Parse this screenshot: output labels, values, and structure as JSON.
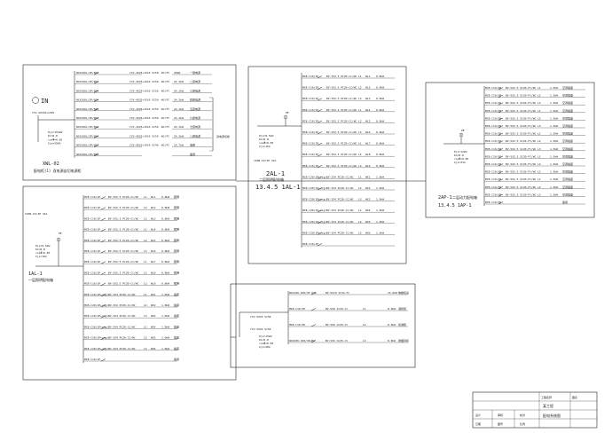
{
  "panel_left_top": {
    "title": "XWL-02",
    "subtitle": "配电柜(1) 双电源自切电源柜",
    "in_label": "IN",
    "feed_label": "YJV-4X150+1X95",
    "rows": [
      {
        "breaker": "NSX160L/3P/80A",
        "cable": "YJV-4X25+1X16 SC50 -WC/FC",
        "kw": "20kW",
        "load": "一层电源"
      },
      {
        "breaker": "NSX160L/3P/80A",
        "cable": "YJV-4X25+1X16 SC50 -WC/FC",
        "kw": "24.3kW",
        "load": "二层电源"
      },
      {
        "breaker": "NSX160L/3P/80A",
        "cable": "YJV-4X25+1X16 SC50 -WC/FC",
        "kw": "24.3kW",
        "load": "三层电源"
      },
      {
        "breaker": "NSX160L/3P/80A",
        "cable": "YJV-4X25+1X16 SC50 -WC/FC",
        "kw": "24.3kW",
        "load": "四层电源"
      },
      {
        "breaker": "NSX160L/3P/80A",
        "cable": "YJV-4X25+1X16 SC50 -WC/FC",
        "kw": "24.3kW",
        "load": "五层电源"
      },
      {
        "breaker": "NSX160L/3P/80A",
        "cable": "YJV-4X25+1X16 SC50 -WC/FC",
        "kw": "24.3kW",
        "load": "六层电源"
      },
      {
        "breaker": "NSX160L/3P/80A",
        "cable": "YJV-4X25+1X16 SC50 -WC/FC",
        "kw": "24.3kW",
        "load": "七层电源"
      },
      {
        "breaker": "NSX160L/3P/80A",
        "cable": "YJV-4X25+1X16 SC50 -WC/FC",
        "kw": "24.3kW",
        "load": "八层电源"
      },
      {
        "breaker": "NSX160L/3P/80A",
        "cable": "YJV-4X16+1X10 SC40 -WC/FC",
        "kw": "14.7kW",
        "load": "电梯"
      },
      {
        "breaker": "NSX160L/3P/80A",
        "cable": "",
        "kw": "",
        "load": "备用"
      }
    ],
    "bracket_label": "双电源切换",
    "params": [
      "Pjs=155kW",
      "Kx=0.8",
      "cosΦ=0.85",
      "Ijs=296A"
    ]
  },
  "panel_left_bottom": {
    "title": "1AL-1",
    "subtitle": "一层照明配电箱",
    "pe": "PE",
    "params": [
      "Pjs=8.5kW",
      "Kx=0.8",
      "cosΦ=0.85",
      "Ijs=16A"
    ],
    "main_breaker": "C65N-63/3P 32A",
    "rows": [
      {
        "breaker": "MCB-C16/1P",
        "cable": "BV-3X2.5 PC20-CC/WC",
        "phase": "L1",
        "circuit": "WL1",
        "kw": "0.8kW",
        "load": "照明"
      },
      {
        "breaker": "MCB-C16/1P",
        "cable": "BV-3X2.5 PC20-CC/WC",
        "phase": "L2",
        "circuit": "WL2",
        "kw": "0.8kW",
        "load": "照明"
      },
      {
        "breaker": "MCB-C16/1P",
        "cable": "BV-3X2.5 PC20-CC/WC",
        "phase": "L3",
        "circuit": "WL3",
        "kw": "0.8kW",
        "load": "照明"
      },
      {
        "breaker": "MCB-C16/1P",
        "cable": "BV-3X2.5 PC20-CC/WC",
        "phase": "L1",
        "circuit": "WL4",
        "kw": "0.8kW",
        "load": "照明"
      },
      {
        "breaker": "MCB-C16/1P",
        "cable": "BV-3X2.5 PC20-CC/WC",
        "phase": "L2",
        "circuit": "WL5",
        "kw": "0.8kW",
        "load": "照明"
      },
      {
        "breaker": "MCB-C16/1P",
        "cable": "BV-3X2.5 PC20-CC/WC",
        "phase": "L3",
        "circuit": "WL6",
        "kw": "0.8kW",
        "load": "照明"
      },
      {
        "breaker": "MCB-C16/1P",
        "cable": "BV-3X2.5 PC20-CC/WC",
        "phase": "L1",
        "circuit": "WL7",
        "kw": "0.8kW",
        "load": "照明"
      },
      {
        "breaker": "MCB-C16/1P",
        "cable": "BV-3X2.5 PC20-CC/WC",
        "phase": "L2",
        "circuit": "WL8",
        "kw": "0.8kW",
        "load": "照明"
      },
      {
        "breaker": "MCB-C16/1P",
        "cable": "BV-3X2.5 PC20-CC/WC",
        "phase": "L3",
        "circuit": "WL9",
        "kw": "0.8kW",
        "load": "照明"
      },
      {
        "breaker": "MCB-C20/1P+vigi",
        "cable": "BV-3X4 PC20-CC/WC",
        "phase": "L1",
        "circuit": "WX1",
        "kw": "1.0kW",
        "load": "插座"
      },
      {
        "breaker": "MCB-C20/1P+vigi",
        "cable": "BV-3X4 PC20-CC/WC",
        "phase": "L2",
        "circuit": "WX2",
        "kw": "1.0kW",
        "load": "插座"
      },
      {
        "breaker": "MCB-C20/1P+vigi",
        "cable": "BV-3X4 PC20-CC/WC",
        "phase": "L3",
        "circuit": "WX3",
        "kw": "1.0kW",
        "load": "插座"
      },
      {
        "breaker": "MCB-C20/1P+vigi",
        "cable": "BV-3X4 PC20-CC/WC",
        "phase": "L1",
        "circuit": "WX4",
        "kw": "1.0kW",
        "load": "插座"
      },
      {
        "breaker": "MCB-C20/1P+vigi",
        "cable": "BV-3X4 PC20-CC/WC",
        "phase": "L2",
        "circuit": "WX5",
        "kw": "1.0kW",
        "load": "插座"
      },
      {
        "breaker": "MCB-C20/1P+vigi",
        "cable": "BV-3X4 PC20-CC/WC",
        "phase": "L3",
        "circuit": "WX6",
        "kw": "1.0kW",
        "load": "插座"
      },
      {
        "breaker": "MCB-C16/1P",
        "cable": "",
        "phase": "",
        "circuit": "",
        "kw": "",
        "load": "备用"
      }
    ]
  },
  "panel_center": {
    "title": "2AL-1",
    "subtitle": "二层照明配电箱",
    "ref": "13.4.5 1AL-1",
    "pe": "PE",
    "params": [
      "Pjs=8.5kW",
      "Kx=0.8",
      "cosΦ=0.85",
      "Ijs=16A"
    ],
    "main_breaker": "C65N-63/3P 32A",
    "rows": [
      {
        "breaker": "MCB-C16/1P",
        "cable": "BV-3X2.5 PC20-CC/WC",
        "phase": "L1",
        "circuit": "WL1",
        "kw": "0.8kW"
      },
      {
        "breaker": "MCB-C16/1P",
        "cable": "BV-3X2.5 PC20-CC/WC",
        "phase": "L2",
        "circuit": "WL2",
        "kw": "0.8kW"
      },
      {
        "breaker": "MCB-C16/1P",
        "cable": "BV-3X2.5 PC20-CC/WC",
        "phase": "L3",
        "circuit": "WL3",
        "kw": "0.8kW"
      },
      {
        "breaker": "MCB-C16/1P",
        "cable": "BV-3X2.5 PC20-CC/WC",
        "phase": "L1",
        "circuit": "WL4",
        "kw": "0.8kW"
      },
      {
        "breaker": "MCB-C16/1P",
        "cable": "BV-3X2.5 PC20-CC/WC",
        "phase": "L2",
        "circuit": "WL5",
        "kw": "0.8kW"
      },
      {
        "breaker": "MCB-C16/1P",
        "cable": "BV-3X2.5 PC20-CC/WC",
        "phase": "L3",
        "circuit": "WL6",
        "kw": "0.8kW"
      },
      {
        "breaker": "MCB-C16/1P",
        "cable": "BV-3X2.5 PC20-CC/WC",
        "phase": "L1",
        "circuit": "WL7",
        "kw": "0.8kW"
      },
      {
        "breaker": "MCB-C16/1P",
        "cable": "BV-3X2.5 PC20-CC/WC",
        "phase": "L2",
        "circuit": "WL8",
        "kw": "0.8kW"
      },
      {
        "breaker": "MCB-C16/1P",
        "cable": "BV-3X2.5 PC20-CC/WC",
        "phase": "L3",
        "circuit": "WL9",
        "kw": "0.8kW"
      },
      {
        "breaker": "MCB-C20/1P+vigi",
        "cable": "BV-3X4 PC20-CC/WC",
        "phase": "L1",
        "circuit": "WX1",
        "kw": "1.0kW"
      },
      {
        "breaker": "MCB-C20/1P+vigi",
        "cable": "BV-3X4 PC20-CC/WC",
        "phase": "L2",
        "circuit": "WX2",
        "kw": "1.0kW"
      },
      {
        "breaker": "MCB-C20/1P+vigi",
        "cable": "BV-3X4 PC20-CC/WC",
        "phase": "L3",
        "circuit": "WX3",
        "kw": "1.0kW"
      },
      {
        "breaker": "MCB-C20/1P+vigi",
        "cable": "BV-3X4 PC20-CC/WC",
        "phase": "L1",
        "circuit": "WX4",
        "kw": "1.0kW"
      },
      {
        "breaker": "MCB-C20/1P+vigi",
        "cable": "BV-3X4 PC20-CC/WC",
        "phase": "L2",
        "circuit": "WX5",
        "kw": "1.0kW"
      },
      {
        "breaker": "MCB-C20/1P+vigi",
        "cable": "BV-3X4 PC20-CC/WC",
        "phase": "L3",
        "circuit": "WX6",
        "kw": "1.0kW"
      },
      {
        "breaker": "MCB-C16/1P",
        "cable": "",
        "phase": "",
        "circuit": "",
        "kw": ""
      }
    ]
  },
  "panel_right": {
    "title": "2AP-1",
    "subtitle": "二层动力配电箱",
    "ref": "13.4.5 1AP-1",
    "pe": "PE",
    "params": [
      "Pjs=12kW",
      "Kx=0.8",
      "cosΦ=0.85",
      "Ijs=23A"
    ],
    "rows": [
      {
        "breaker": "MCB-C16/3P",
        "cable": "BV-5X2.5 SC20-FC/WC",
        "phase": "L1",
        "kw": "1.5kW",
        "load": "空调插座"
      },
      {
        "breaker": "MCB-C16/3P",
        "cable": "BV-5X2.5 SC20-FC/WC",
        "phase": "L2",
        "kw": "1.5kW",
        "load": "空调插座"
      },
      {
        "breaker": "MCB-C16/3P",
        "cable": "BV-5X2.5 SC20-FC/WC",
        "phase": "L3",
        "kw": "1.5kW",
        "load": "空调插座"
      },
      {
        "breaker": "MCB-C16/3P",
        "cable": "BV-5X2.5 SC20-FC/WC",
        "phase": "L1",
        "kw": "1.5kW",
        "load": "空调插座"
      },
      {
        "breaker": "MCB-C16/3P",
        "cable": "BV-5X2.5 SC20-FC/WC",
        "phase": "L2",
        "kw": "1.5kW",
        "load": "空调插座"
      },
      {
        "breaker": "MCB-C16/3P",
        "cable": "BV-5X2.5 SC20-FC/WC",
        "phase": "L3",
        "kw": "1.5kW",
        "load": "空调插座"
      },
      {
        "breaker": "MCB-C16/3P",
        "cable": "BV-5X2.5 SC20-FC/WC",
        "phase": "L1",
        "kw": "1.5kW",
        "load": "空调插座"
      },
      {
        "breaker": "MCB-C16/3P",
        "cable": "BV-5X2.5 SC20-FC/WC",
        "phase": "L2",
        "kw": "1.5kW",
        "load": "空调插座"
      },
      {
        "breaker": "MCB-C16/3P",
        "cable": "BV-5X2.5 SC20-FC/WC",
        "phase": "L3",
        "kw": "1.5kW",
        "load": "空调插座"
      },
      {
        "breaker": "MCB-C16/3P",
        "cable": "BV-5X2.5 SC20-FC/WC",
        "phase": "L1",
        "kw": "1.5kW",
        "load": "空调插座"
      },
      {
        "breaker": "MCB-C16/3P",
        "cable": "BV-5X2.5 SC20-FC/WC",
        "phase": "L2",
        "kw": "1.5kW",
        "load": "空调插座"
      },
      {
        "breaker": "MCB-C16/3P",
        "cable": "BV-5X2.5 SC20-FC/WC",
        "phase": "L3",
        "kw": "1.5kW",
        "load": "空调插座"
      },
      {
        "breaker": "MCB-C16/3P",
        "cable": "BV-5X2.5 SC20-FC/WC",
        "phase": "L1",
        "kw": "1.5kW",
        "load": "空调插座"
      },
      {
        "breaker": "MCB-C16/3P",
        "cable": "BV-5X2.5 SC20-FC/WC",
        "phase": "L2",
        "kw": "1.5kW",
        "load": "空调插座"
      },
      {
        "breaker": "MCB-C16/3P",
        "cable": "BV-5X2.5 SC20-FC/WC",
        "phase": "L3",
        "kw": "1.5kW",
        "load": "空调插座"
      },
      {
        "breaker": "MCB-C16/3P",
        "cable": "",
        "phase": "",
        "kw": "",
        "load": "备用"
      }
    ]
  },
  "panel_bottom": {
    "feed1": "YJV-5X10 SC50",
    "feed2": "YJV-5X10 SC50",
    "params": [
      "Pjs=15kW",
      "Kx=0.8",
      "cosΦ=0.85",
      "Ijs=28A"
    ],
    "rows": [
      {
        "breaker": "NSX100-100/3P 63A",
        "cable": "BV-5X10 SC32-FC",
        "phase": "",
        "kw": "15.0kW",
        "load": "电梯机房"
      },
      {
        "breaker": "MCB-C32/3P",
        "cable": "BV-5X6 SC25-CC",
        "phase": "L1",
        "kw": "8.0kW",
        "load": "消防泵"
      },
      {
        "breaker": "MCB-C32/3P",
        "cable": "BV-5X6 SC25-CC",
        "phase": "L2",
        "kw": "8.0kW",
        "load": "喷淋泵"
      },
      {
        "breaker": "NSX100-100/3P+MX",
        "cable": "BV-5X6 SC25-CC",
        "phase": "L3",
        "kw": "8.0kW",
        "load": "排烟风机"
      }
    ]
  },
  "title_block": {
    "project_label": "工程名称",
    "project_value": "某工程",
    "drawing_label": "图名",
    "drawing_value": "配电系统图",
    "cells": [
      "设计",
      "审核",
      "校对",
      "日期",
      "图号",
      "比例"
    ]
  },
  "colors": {
    "line": "#111111",
    "background": "#ffffff"
  }
}
